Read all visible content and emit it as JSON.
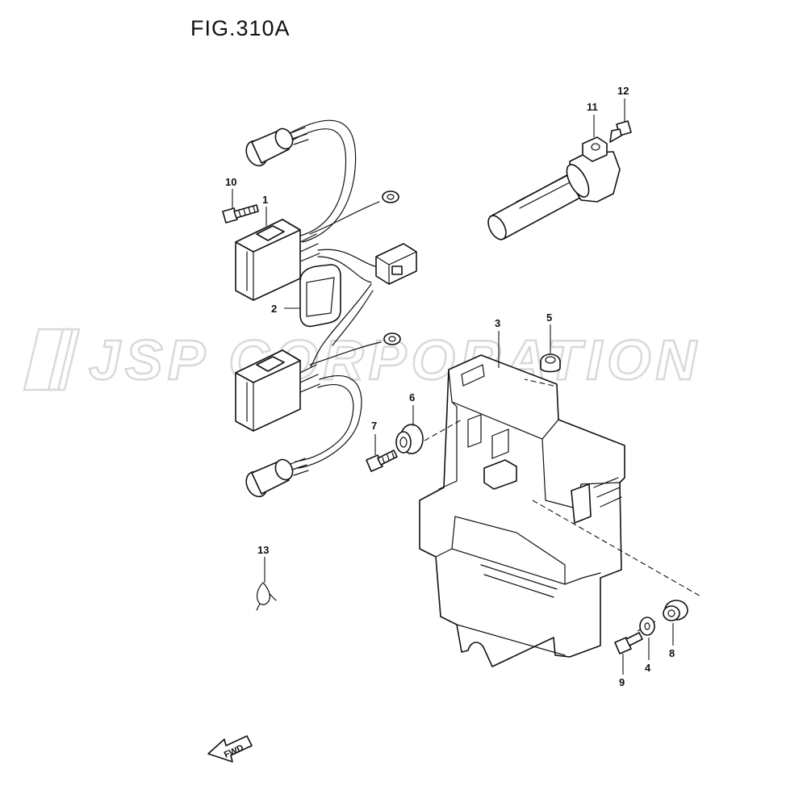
{
  "figure": {
    "title": "FIG.310A"
  },
  "watermark": {
    "text": "JSP CORPORATION"
  },
  "callouts": [
    "1",
    "2",
    "3",
    "4",
    "5",
    "6",
    "7",
    "8",
    "9",
    "10",
    "11",
    "12",
    "13"
  ],
  "fwd_label": "FWD"
}
